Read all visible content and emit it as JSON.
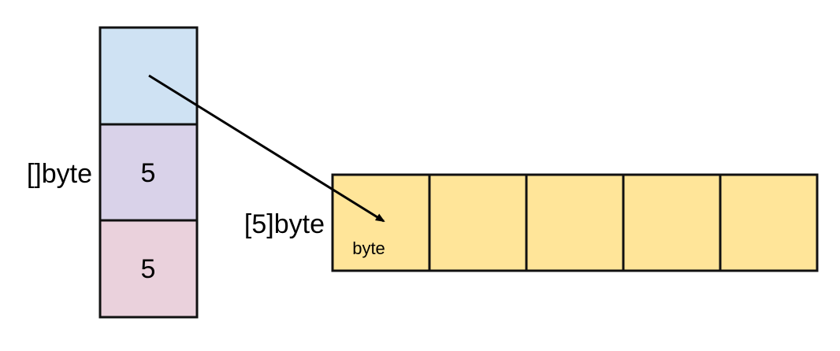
{
  "slice": {
    "type_label": "[]byte",
    "len_value": "5",
    "cap_value": "5",
    "colors": {
      "ptr": "#cfe2f3",
      "len": "#d9d2e9",
      "cap": "#ead1dc"
    }
  },
  "array": {
    "type_label": "[5]byte",
    "element_label": "byte",
    "element_count": 5,
    "color": "#ffe599"
  }
}
